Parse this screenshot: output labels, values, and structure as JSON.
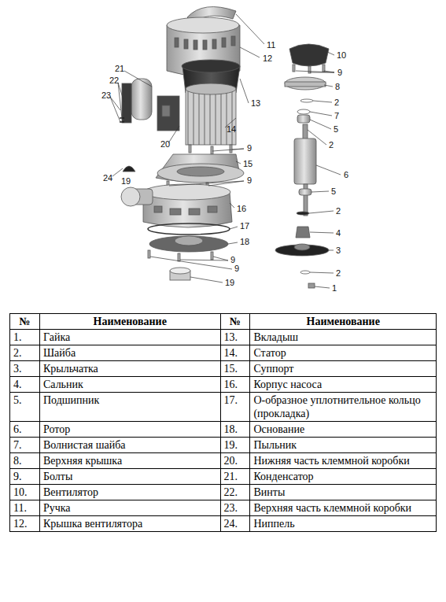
{
  "diagram": {
    "labels": [
      "11",
      "12",
      "10",
      "9",
      "8",
      "2",
      "7",
      "5",
      "2",
      "13",
      "21",
      "22",
      "23",
      "14",
      "20",
      "9",
      "6",
      "15",
      "9",
      "24",
      "19",
      "5",
      "16",
      "2",
      "4",
      "17",
      "3",
      "18",
      "9",
      "9",
      "2",
      "19",
      "1",
      "№",
      "Наименование",
      "№",
      "Наименование",
      "1.",
      "Гайка",
      "13.",
      "Вкладыш",
      "2.",
      "Шайба",
      "14.",
      "Статор",
      "3.",
      "Крыльчатка",
      "15.",
      "Суппорт",
      "4.",
      "Сальник",
      "16.",
      "Корпус насоса",
      "5.",
      "Подшипник",
      "17.",
      "О-образное уплотнительное кольцо (прокладка)",
      "6.",
      "Ротор",
      "18.",
      "Основание",
      "7.",
      "Волнистая шайба",
      "19.",
      "Пыльник",
      "8.",
      "Верхняя крышка",
      "20.",
      "Нижняя часть клеммной коробки",
      "9.",
      "Болты",
      "21.",
      "Конденсатор",
      "10.",
      "Вентилятор",
      "22.",
      "Винты",
      "11.",
      "Ручка",
      "23.",
      "Верхняя часть клеммной коробки",
      "12.",
      "Крышка вентилятора",
      "24.",
      "Ниппель"
    ]
  }
}
